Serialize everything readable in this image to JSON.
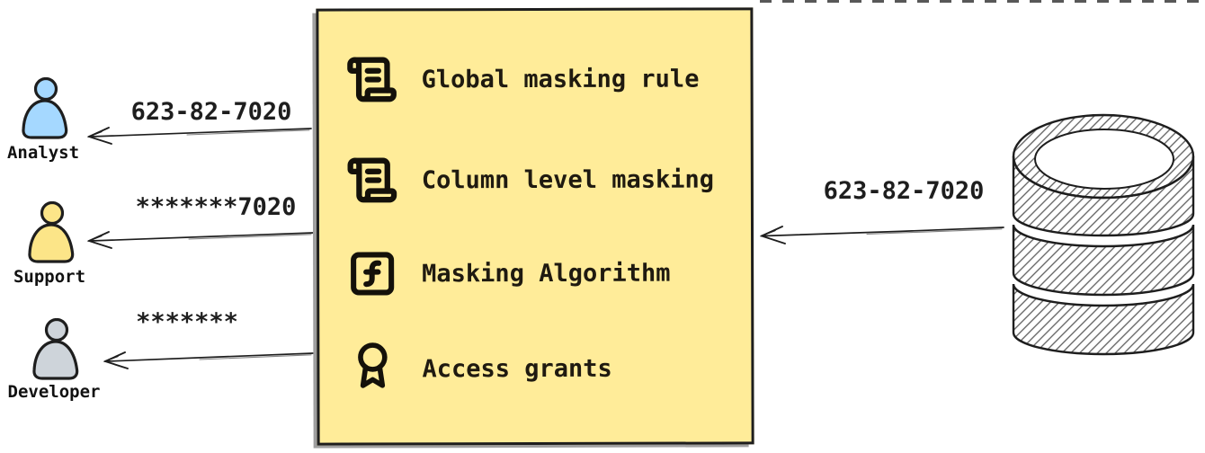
{
  "diagram": {
    "title_hint": "data masking flow",
    "ink_color": "#1e1e1e",
    "actors": [
      {
        "id": "analyst",
        "label": "Analyst",
        "fill": "#a5d8ff",
        "received_value": "623-82-7020"
      },
      {
        "id": "support",
        "label": "Support",
        "fill": "#fce588",
        "received_value": "*******7020"
      },
      {
        "id": "developer",
        "label": "Developer",
        "fill": "#ced4da",
        "received_value": "*******"
      }
    ],
    "masking_box": {
      "fill": "#ffec99",
      "items": [
        {
          "icon": "scroll-icon",
          "label": "Global masking rule"
        },
        {
          "icon": "scroll-icon",
          "label": "Column level masking"
        },
        {
          "icon": "function-square-icon",
          "label": "Masking Algorithm"
        },
        {
          "icon": "award-icon",
          "label": "Access grants"
        }
      ]
    },
    "database": {
      "icon": "database-cylinder-icon",
      "sent_value": "623-82-7020"
    }
  }
}
